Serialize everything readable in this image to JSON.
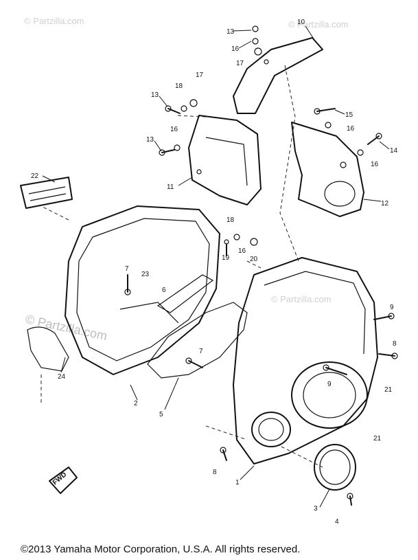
{
  "watermark": {
    "text": "© Partzilla.com",
    "prominent_text": "© Partzilla.com"
  },
  "callouts": [
    "1",
    "2",
    "3",
    "4",
    "5",
    "6",
    "7",
    "7",
    "8",
    "8",
    "9",
    "9",
    "10",
    "11",
    "12",
    "13",
    "13",
    "13",
    "14",
    "15",
    "16",
    "16",
    "16",
    "16",
    "16",
    "17",
    "17",
    "18",
    "18",
    "19",
    "20",
    "21",
    "21",
    "22",
    "23",
    "24"
  ],
  "labels": {
    "fwd": "FWD"
  },
  "footer": {
    "copyright": "©2013 Yamaha Motor Corporation, U.S.A. All rights reserved."
  }
}
